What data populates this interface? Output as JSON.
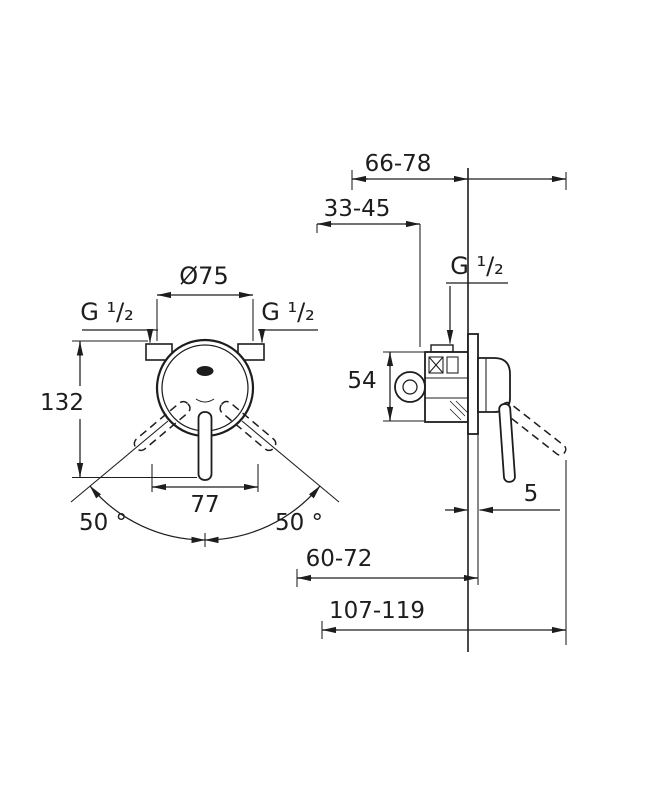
{
  "colors": {
    "line": "#1d1d1d",
    "background": "#ffffff"
  },
  "front_view": {
    "diameter": "Ø75",
    "thread_left": "G ¹/₂",
    "thread_right": "G ¹/₂",
    "height": "132",
    "width": "77",
    "angle_left": "50 °",
    "angle_right": "50 °"
  },
  "side_view": {
    "depth_outer": "66-78",
    "depth_inner": "33-45",
    "thread": "G ¹/₂",
    "height": "54",
    "plate_gap": "5",
    "projection_body": "60-72",
    "projection_total": "107-119"
  }
}
